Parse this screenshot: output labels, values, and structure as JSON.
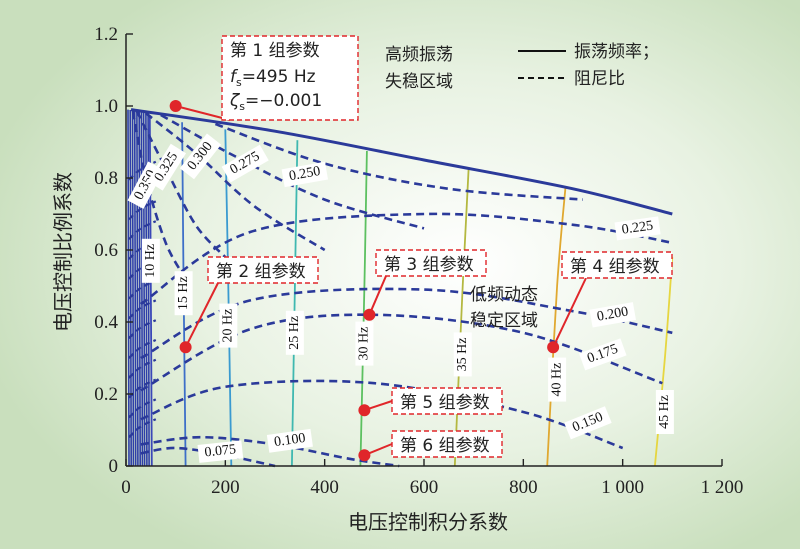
{
  "chart_data": {
    "type": "line",
    "title": "",
    "xlabel": "电压控制积分系数",
    "ylabel": "电压控制比例系数",
    "xlim": [
      0,
      1200
    ],
    "ylim": [
      0,
      1.2
    ],
    "x_ticks": [
      {
        "value": 0,
        "label": "0"
      },
      {
        "value": 200,
        "label": "200"
      },
      {
        "value": 400,
        "label": "400"
      },
      {
        "value": 600,
        "label": "600"
      },
      {
        "value": 800,
        "label": "800"
      },
      {
        "value": 1000,
        "label": "1 000"
      },
      {
        "value": 1200,
        "label": "1 200"
      }
    ],
    "y_ticks": [
      {
        "value": 0,
        "label": "0"
      },
      {
        "value": 0.2,
        "label": "0.2"
      },
      {
        "value": 0.4,
        "label": "0.4"
      },
      {
        "value": 0.6,
        "label": "0.6"
      },
      {
        "value": 0.8,
        "label": "0.8"
      },
      {
        "value": 1.0,
        "label": "1.0"
      },
      {
        "value": 1.2,
        "label": "1.2"
      }
    ],
    "grid": false,
    "stability_boundary": {
      "color": "#2b3a9a",
      "points": [
        [
          10,
          0.99
        ],
        [
          300,
          0.93
        ],
        [
          600,
          0.85
        ],
        [
          900,
          0.77
        ],
        [
          1100,
          0.7
        ]
      ]
    },
    "legend": {
      "position": "top-right",
      "entries": [
        {
          "label": "振荡频率；",
          "style": "solid",
          "color": "#111111"
        },
        {
          "label": "阻尼比",
          "style": "dashed",
          "color": "#111111"
        }
      ]
    },
    "frequency_contours": [
      {
        "label": "10 Hz",
        "color": "#3a47b8",
        "points": [
          [
            48,
            0.97
          ],
          [
            50,
            0.5
          ],
          [
            52,
            0
          ]
        ]
      },
      {
        "label": "15 Hz",
        "color": "#3d6fc8",
        "points": [
          [
            113,
            0.955
          ],
          [
            116,
            0.5
          ],
          [
            120,
            0
          ]
        ]
      },
      {
        "label": "20 Hz",
        "color": "#3a9ad0",
        "points": [
          [
            200,
            0.935
          ],
          [
            206,
            0.5
          ],
          [
            212,
            0
          ]
        ]
      },
      {
        "label": "25 Hz",
        "color": "#3fb8b0",
        "points": [
          [
            345,
            0.905
          ],
          [
            340,
            0.5
          ],
          [
            334,
            0
          ]
        ]
      },
      {
        "label": "30 Hz",
        "color": "#5cc060",
        "points": [
          [
            485,
            0.875
          ],
          [
            480,
            0.5
          ],
          [
            472,
            0
          ]
        ]
      },
      {
        "label": "35 Hz",
        "color": "#b4b840",
        "points": [
          [
            690,
            0.83
          ],
          [
            678,
            0.5
          ],
          [
            662,
            0
          ]
        ]
      },
      {
        "label": "40 Hz",
        "color": "#e0a830",
        "points": [
          [
            885,
            0.775
          ],
          [
            868,
            0.5
          ],
          [
            848,
            0
          ]
        ]
      },
      {
        "label": "45 Hz",
        "color": "#e6d640",
        "points": [
          [
            1100,
            0.58
          ],
          [
            1085,
            0.3
          ],
          [
            1065,
            0
          ]
        ]
      }
    ],
    "damping_contours": [
      {
        "label": "0.350",
        "points": [
          [
            14,
            0.985
          ],
          [
            40,
            0.8
          ],
          [
            80,
            0.62
          ],
          [
            120,
            0.52
          ]
        ]
      },
      {
        "label": "0.325",
        "points": [
          [
            22,
            0.985
          ],
          [
            75,
            0.84
          ],
          [
            140,
            0.67
          ],
          [
            200,
            0.58
          ]
        ]
      },
      {
        "label": "0.300",
        "points": [
          [
            40,
            0.98
          ],
          [
            140,
            0.87
          ],
          [
            260,
            0.72
          ],
          [
            400,
            0.6
          ]
        ]
      },
      {
        "label": "0.275",
        "points": [
          [
            70,
            0.975
          ],
          [
            220,
            0.86
          ],
          [
            400,
            0.74
          ],
          [
            600,
            0.66
          ]
        ]
      },
      {
        "label": "0.250",
        "points": [
          [
            180,
            0.95
          ],
          [
            400,
            0.84
          ],
          [
            650,
            0.77
          ],
          [
            920,
            0.74
          ]
        ]
      },
      {
        "label": "0.225",
        "points": [
          [
            30,
            0.45
          ],
          [
            250,
            0.65
          ],
          [
            600,
            0.7
          ],
          [
            900,
            0.67
          ],
          [
            1100,
            0.62
          ]
        ]
      },
      {
        "label": "0.200",
        "points": [
          [
            30,
            0.3
          ],
          [
            250,
            0.46
          ],
          [
            600,
            0.49
          ],
          [
            900,
            0.43
          ],
          [
            1100,
            0.37
          ]
        ]
      },
      {
        "label": "0.175",
        "points": [
          [
            30,
            0.21
          ],
          [
            250,
            0.38
          ],
          [
            500,
            0.42
          ],
          [
            800,
            0.37
          ],
          [
            1080,
            0.23
          ]
        ]
      },
      {
        "label": "0.150",
        "points": [
          [
            30,
            0.13
          ],
          [
            200,
            0.22
          ],
          [
            500,
            0.23
          ],
          [
            800,
            0.15
          ],
          [
            1000,
            0.05
          ]
        ]
      },
      {
        "label": "0.100",
        "points": [
          [
            30,
            0.06
          ],
          [
            150,
            0.08
          ],
          [
            300,
            0.06
          ],
          [
            450,
            0.02
          ],
          [
            550,
            0.0
          ]
        ]
      },
      {
        "label": "0.075",
        "points": [
          [
            30,
            0.035
          ],
          [
            100,
            0.05
          ],
          [
            200,
            0.03
          ],
          [
            300,
            0.0
          ]
        ]
      }
    ],
    "parameter_sets": [
      {
        "label": "第 1 组参数",
        "x": 100,
        "y": 1.0
      },
      {
        "label": "第 2 组参数",
        "x": 120,
        "y": 0.33
      },
      {
        "label": "第 3 组参数",
        "x": 490,
        "y": 0.42
      },
      {
        "label": "第 4 组参数",
        "x": 860,
        "y": 0.33
      },
      {
        "label": "第 5 组参数",
        "x": 480,
        "y": 0.155
      },
      {
        "label": "第 6 组参数",
        "x": 480,
        "y": 0.03
      }
    ],
    "set1_detail": {
      "fs": "=495 Hz",
      "zeta": "=−0.001"
    },
    "annotations": {
      "unstable_region": [
        "高频振荡",
        "失稳区域"
      ],
      "stable_region": [
        "低频动态",
        "稳定区域"
      ]
    }
  }
}
